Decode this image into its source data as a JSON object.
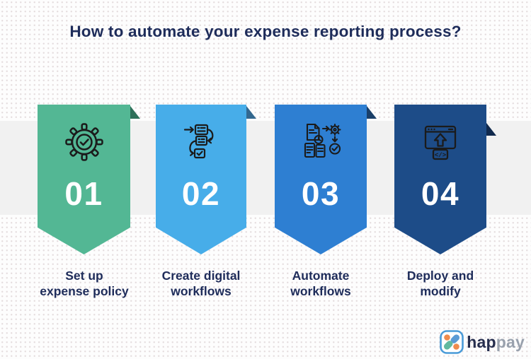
{
  "title": "How to automate your expense reporting process?",
  "colors": {
    "title_text": "#1e2c5a",
    "band": "#f1f1f1",
    "icon_stroke": "#1b1b1b",
    "number_text": "#ffffff"
  },
  "steps": [
    {
      "number": "01",
      "label": "Set up\nexpense policy",
      "icon": "gear-check-icon",
      "color": "#53b794",
      "fold_color": "#2e7059"
    },
    {
      "number": "02",
      "label": "Create digital\nworkflows",
      "icon": "workflow-icon",
      "color": "#47ade9",
      "fold_color": "#33688f"
    },
    {
      "number": "03",
      "label": "Automate\nworkflows",
      "icon": "documents-automation-icon",
      "color": "#2e7fd2",
      "fold_color": "#1a3f68"
    },
    {
      "number": "04",
      "label": "Deploy and\nmodify",
      "icon": "deploy-window-icon",
      "color": "#1d4c88",
      "fold_color": "#10294d"
    }
  ],
  "logo": {
    "text_bold": "hap",
    "text_light": "pay",
    "text_bold_color": "#262e4e",
    "text_light_color": "#99a1ad",
    "mark": {
      "border": "#4a9bd8",
      "orange": "#ef8b4e",
      "blue": "#5b9bd5",
      "teal": "#62b99f"
    }
  }
}
